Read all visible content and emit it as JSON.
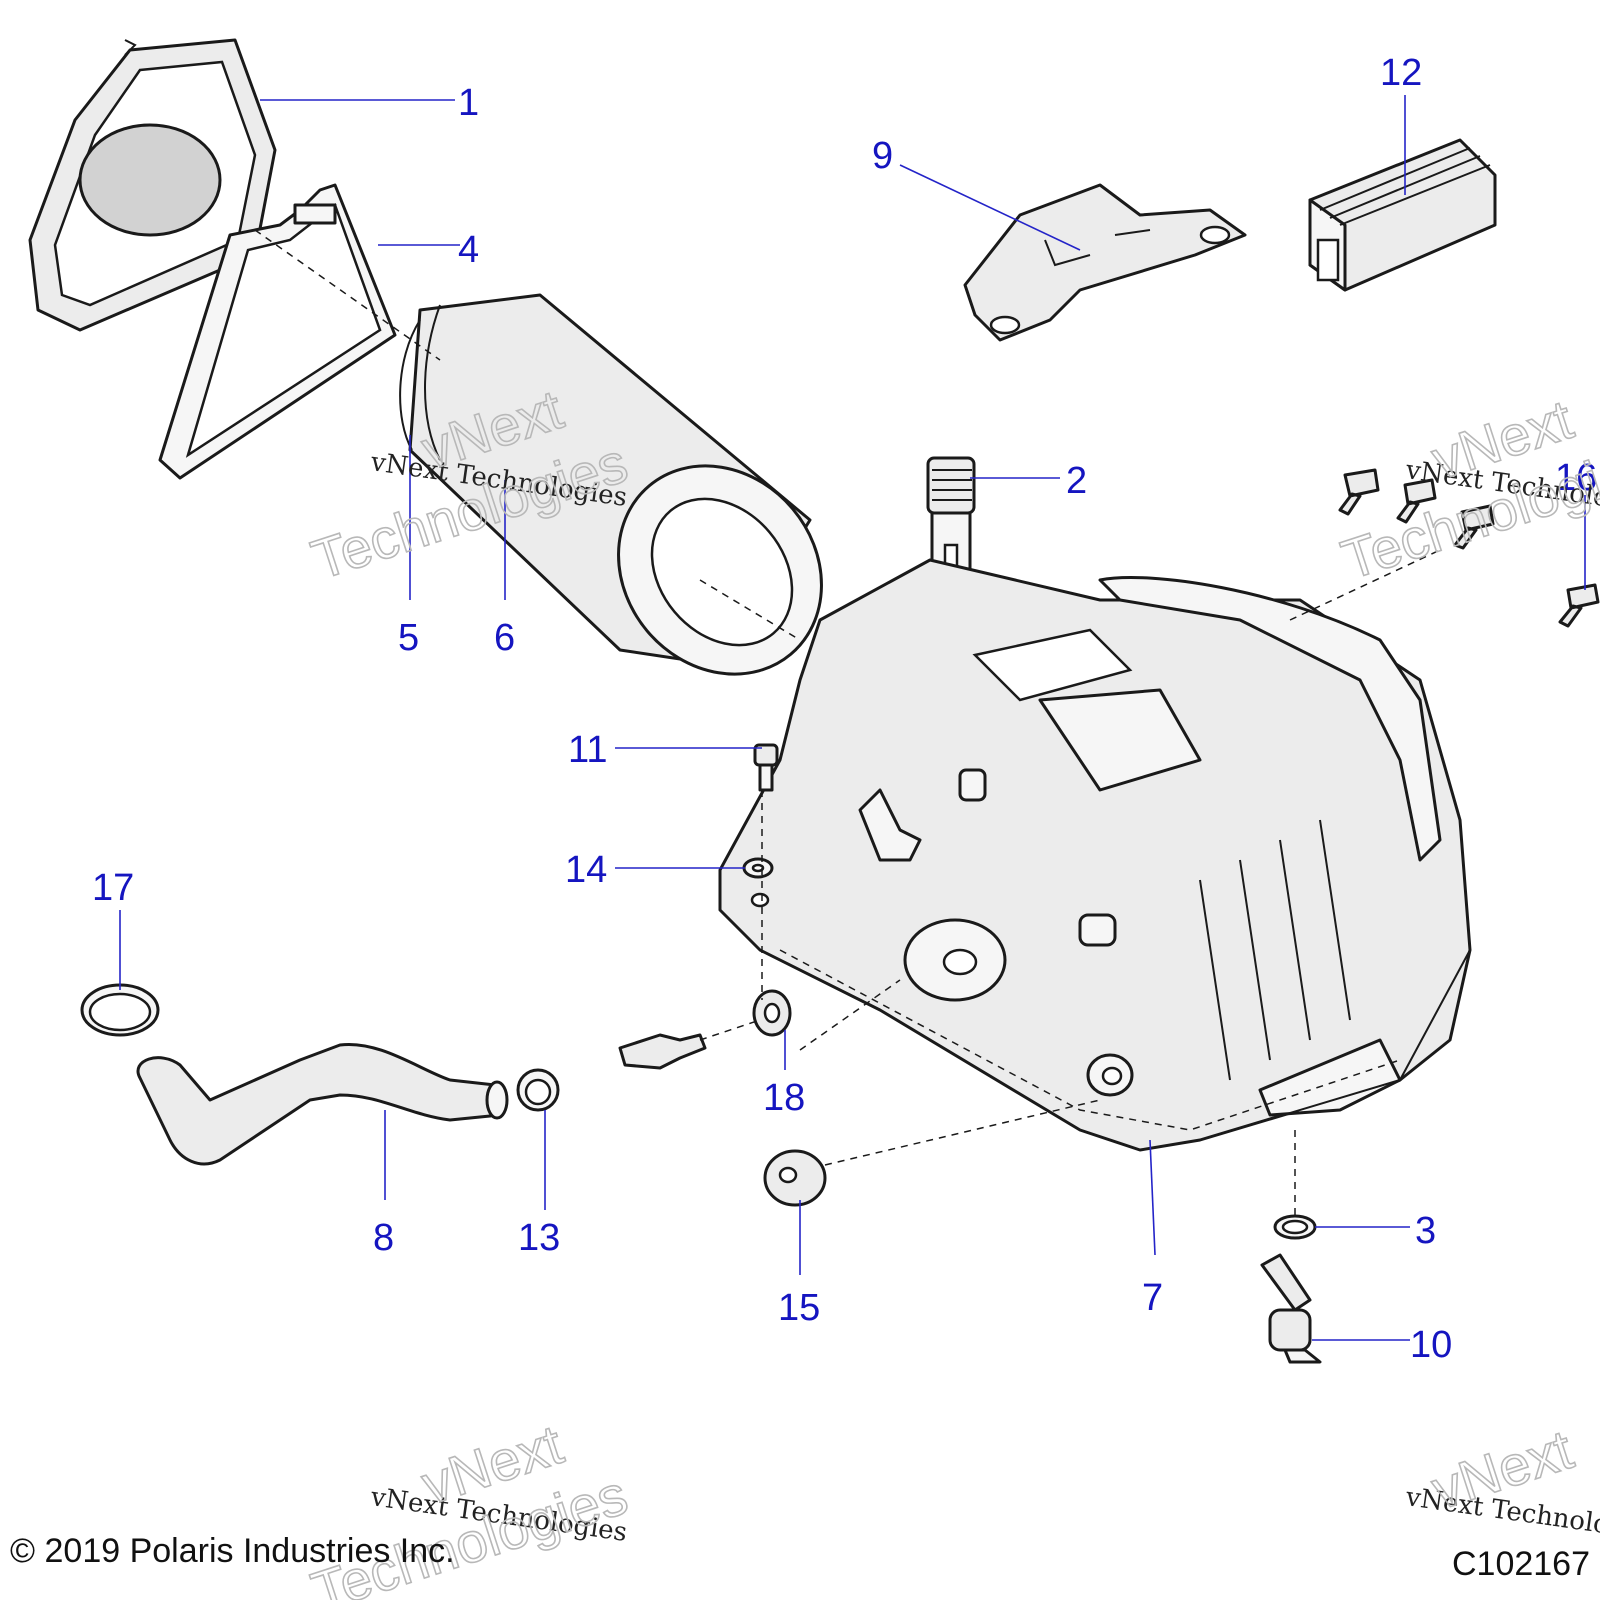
{
  "callouts": {
    "c1": "1",
    "c2": "2",
    "c3": "3",
    "c4": "4",
    "c5": "5",
    "c6": "6",
    "c7": "7",
    "c8": "8",
    "c9": "9",
    "c10": "10",
    "c11": "11",
    "c12": "12",
    "c13": "13",
    "c14": "14",
    "c15": "15",
    "c16": "16",
    "c17": "17",
    "c18": "18"
  },
  "footer": {
    "copyright": "© 2019 Polaris Industries  Inc.",
    "code": "C102167"
  },
  "watermark": {
    "brand": "vNext",
    "word": "Technologies",
    "full": "vNext Technologies"
  },
  "colors": {
    "callout": "#1515c0",
    "leader": "#2424c8",
    "part_fill": "#ececec",
    "outline": "#1a1a1a"
  }
}
